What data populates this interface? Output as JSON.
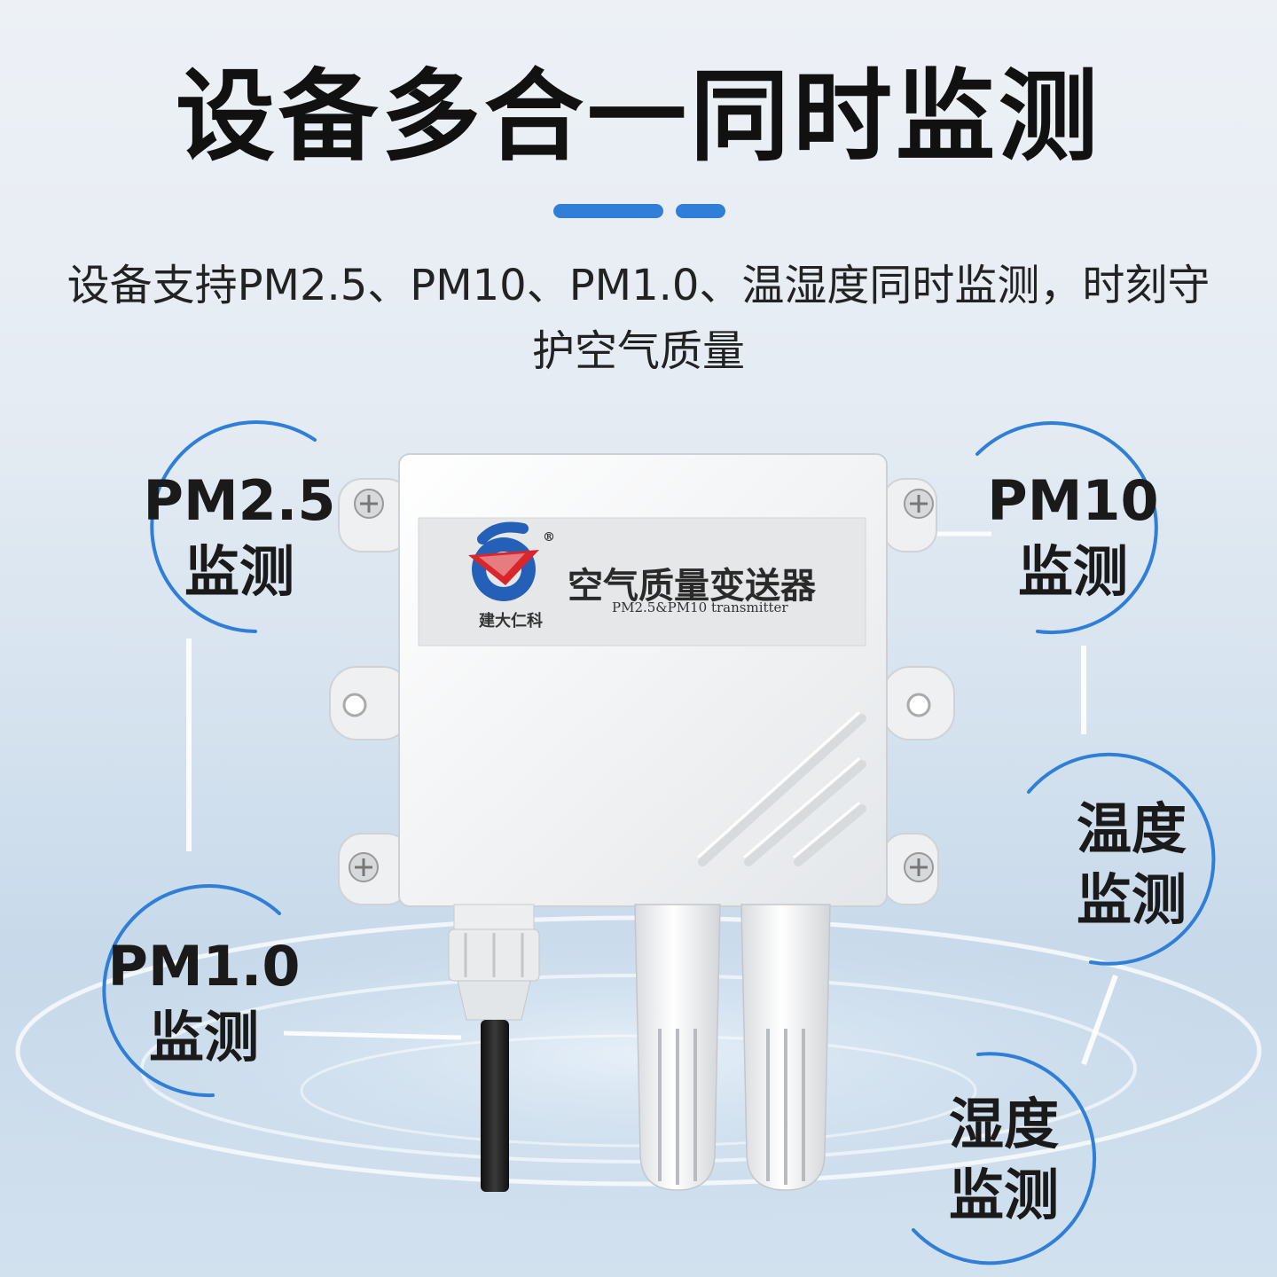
{
  "headline": "设备多合一同时监测",
  "subtitle_line1": "设备支持PM2.5、PM10、PM1.0、温湿度同时监测，时刻守",
  "subtitle_line2": "护空气质量",
  "features": [
    {
      "id": "pm25",
      "line1": "PM2.5",
      "line2": "监测"
    },
    {
      "id": "pm10",
      "line1": "PM10",
      "line2": "监测"
    },
    {
      "id": "pm1",
      "line1": "PM1.0",
      "line2": "监测"
    },
    {
      "id": "temp",
      "line1": "温度",
      "line2": "监测"
    },
    {
      "id": "humid",
      "line1": "湿度",
      "line2": "监测"
    }
  ],
  "device": {
    "brand": "建大仁科",
    "product_name": "空气质量变送器",
    "product_name_en": "PM2.5&PM10 transmitter",
    "registered_mark": "®"
  },
  "colors": {
    "accent": "#2f7fd8",
    "brand_red": "#d8262c",
    "brand_blue": "#2560b8"
  }
}
